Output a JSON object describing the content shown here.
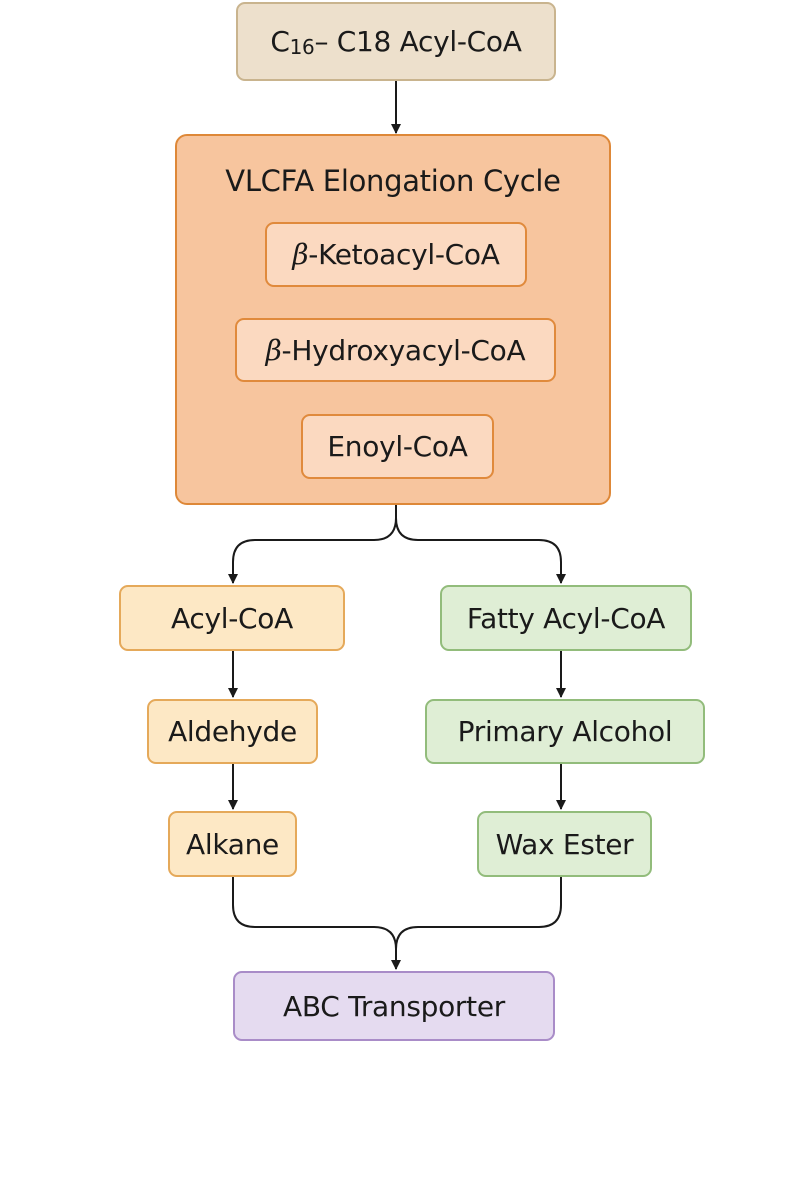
{
  "start": {
    "main": "C",
    "subscript": "16",
    "rest": " – C18 Acyl-CoA"
  },
  "cycle": {
    "title": "VLCFA Elongation Cycle",
    "steps": [
      {
        "greek": "β",
        "label": "-Ketoacyl-CoA"
      },
      {
        "greek": "β",
        "label": "-Hydroxyacyl-CoA"
      },
      {
        "greek": "",
        "label": "Enoyl-CoA"
      }
    ]
  },
  "left_branch": [
    "Acyl-CoA",
    "Aldehyde",
    "Alkane"
  ],
  "right_branch": [
    "Fatty Acyl-CoA",
    "Primary Alcohol",
    "Wax Ester"
  ],
  "end": {
    "label": "ABC Transporter"
  },
  "colors": {
    "start_fill": "#ede0cc",
    "cycle_fill": "#f7c59e",
    "cycle_step_fill": "#fbd9c0",
    "left_fill": "#fde8c5",
    "right_fill": "#dfeed5",
    "end_fill": "#e5dbf0",
    "connector": "#1a1a1a"
  }
}
